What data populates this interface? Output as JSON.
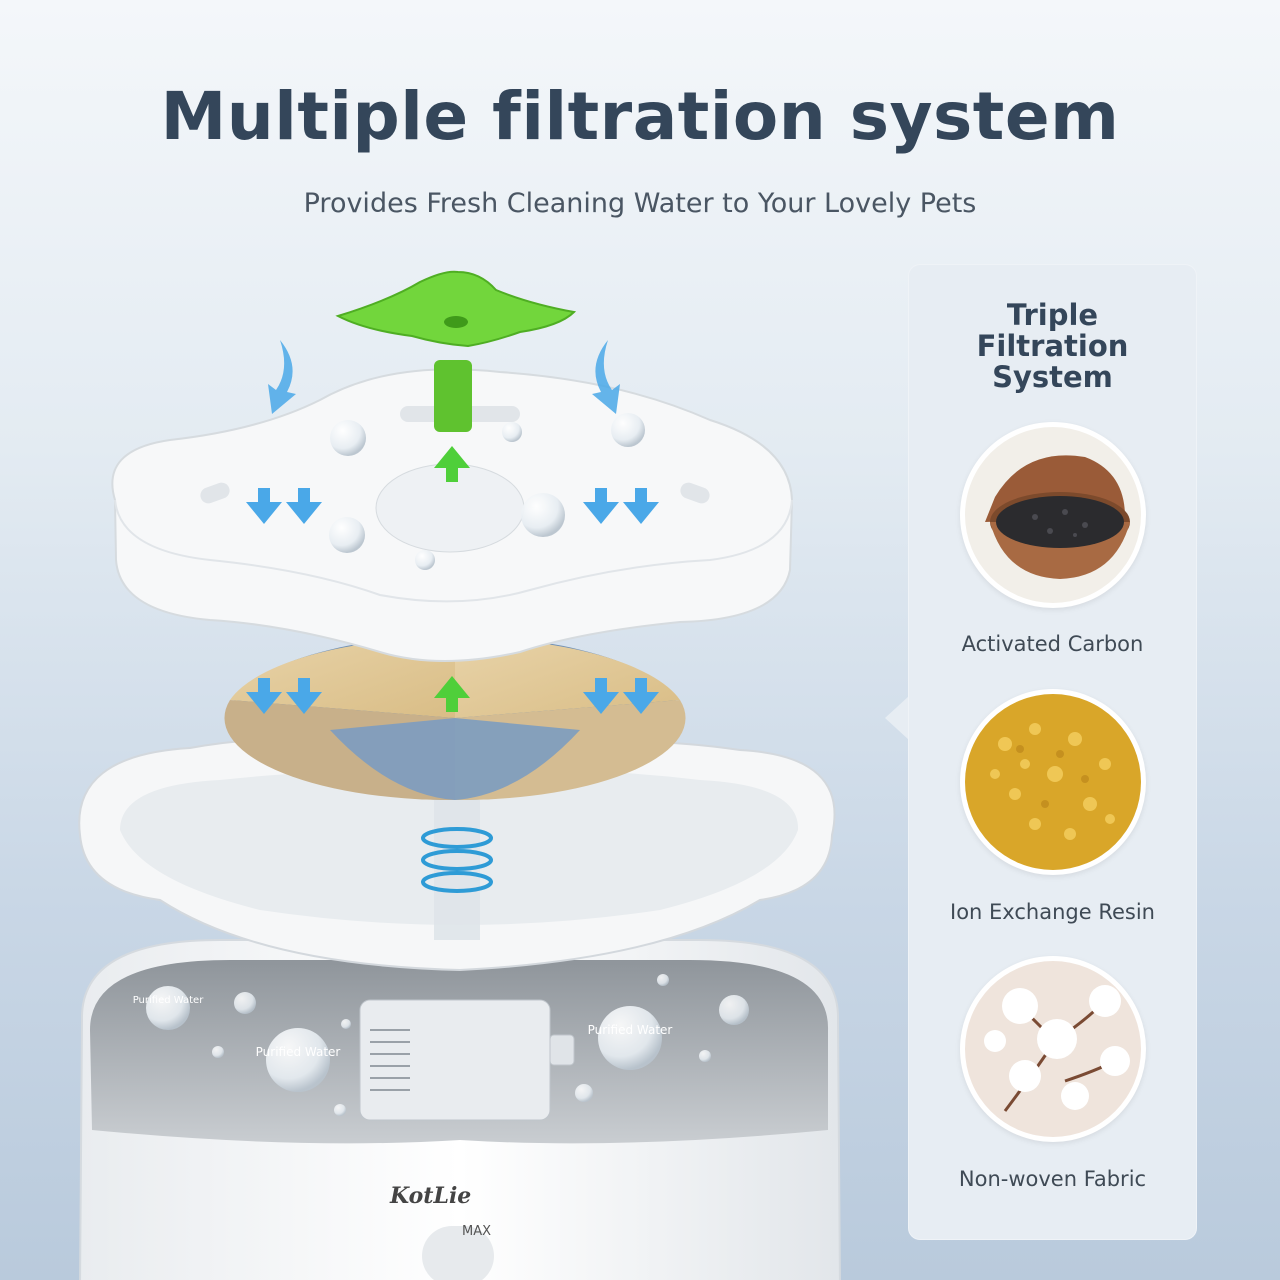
{
  "header": {
    "title": "Multiple filtration system",
    "subtitle": "Provides Fresh Cleaning Water to Your Lovely Pets"
  },
  "panel": {
    "title_lines": [
      "Triple",
      "Filtration",
      "System"
    ],
    "items": [
      {
        "label": "Activated Carbon",
        "icon": "activated-carbon-image"
      },
      {
        "label": "Ion Exchange Resin",
        "icon": "resin-image"
      },
      {
        "label": "Non-woven Fabric",
        "icon": "cotton-image"
      }
    ]
  },
  "product": {
    "brand": "KotLie",
    "model": "MAX",
    "bubbles": [
      "Purified Water",
      "Purified Water",
      "Purified Water"
    ]
  },
  "colors": {
    "accent_green": "#6cd13f",
    "arrow_blue": "#4aa8e8",
    "heading": "#34465a"
  }
}
